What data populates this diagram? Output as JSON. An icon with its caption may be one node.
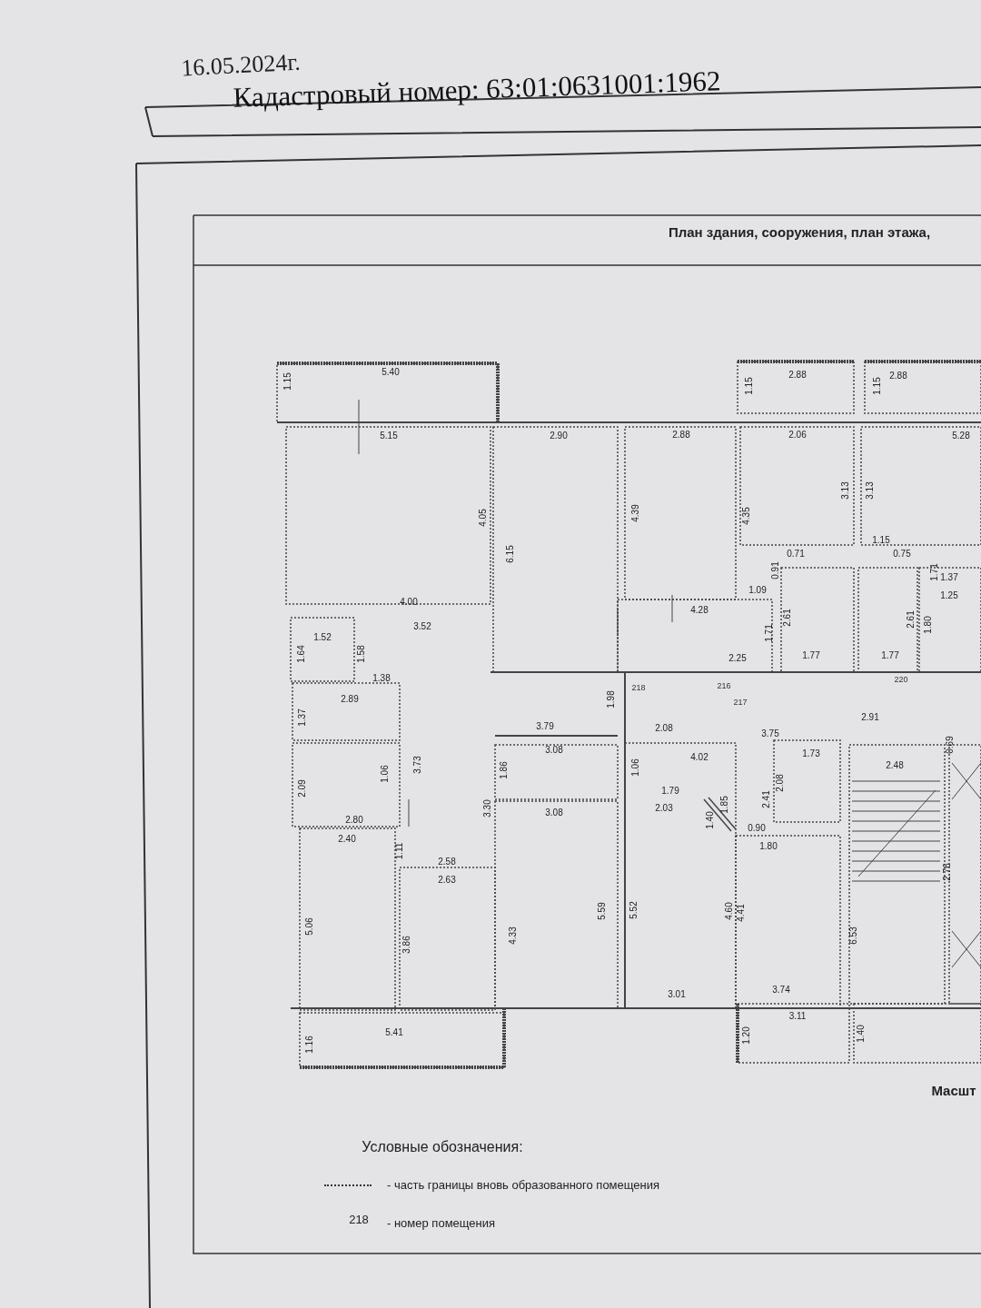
{
  "diagram": {
    "labels": [
      "16.05.2024г.",
      "Кадастровый номер: 63:01:0631001:1962",
      "План здания, сооружения, план этажа,",
      "5.40",
      "1.15",
      "2.88",
      "1.15",
      "1.15",
      "2.88",
      "5.15",
      "2.90",
      "2.88",
      "2.06",
      "5.28",
      "4.05",
      "6.15",
      "4.39",
      "4.35",
      "3.13",
      "3.13",
      "1.15",
      "0.71",
      "0.75",
      "4.00",
      "3.52",
      "1.52",
      "1.64",
      "1.58",
      "0.91",
      "1.09",
      "4.28",
      "1.71",
      "2.61",
      "2.25",
      "1.37",
      "1.25",
      "2.61",
      "1.80",
      "1.71",
      "1.77",
      "1.77",
      "1.38",
      "216",
      "220",
      "2.89",
      "1.37",
      "1.98",
      "218",
      "2.91",
      "0.69",
      "2.08",
      "217",
      "3.75",
      "3.79",
      "3.08",
      "1.06",
      "3.73",
      "4.02",
      "1.73",
      "2.48",
      "1.86",
      "1.06",
      "2.09",
      "2.41",
      "2.08",
      "1.79",
      "2.03",
      "1.85",
      "1.40",
      "3.30",
      "3.08",
      "2.80",
      "2.40",
      "0.90",
      "1.80",
      "1.11",
      "2.58",
      "2.63",
      "2.76",
      "5.06",
      "3.86",
      "4.33",
      "5.59",
      "5.52",
      "4.60",
      "4.41",
      "6.53",
      "3.01",
      "3.74",
      "5.41",
      "1.16",
      "3.11",
      "1.20",
      "1.40",
      "Масшт",
      "Условные обозначения:",
      "218"
    ],
    "legend": [
      {
        "text": "- часть границы вновь образованного помещения"
      },
      {
        "text": "- номер помещения"
      }
    ]
  }
}
